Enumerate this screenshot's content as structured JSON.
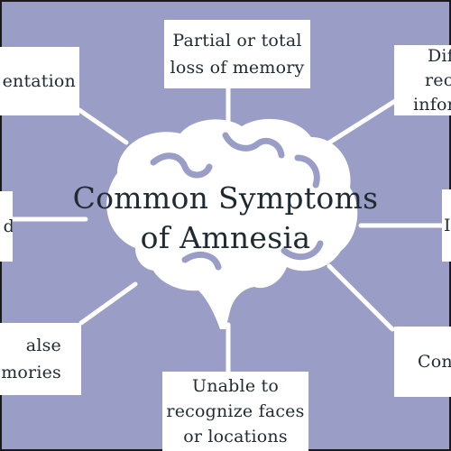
{
  "center": {
    "line1": "Common Symptoms",
    "line2": "of Amnesia"
  },
  "nodes": {
    "top": [
      "Partial or total",
      "loss of memory"
    ],
    "top_left": [
      "entation"
    ],
    "top_right": [
      "Dif",
      "rec",
      "infor"
    ],
    "mid_left": [
      "d"
    ],
    "mid_right": [
      "I"
    ],
    "bottom_left": [
      "alse",
      "mories"
    ],
    "bottom_right": [
      "Con"
    ],
    "bottom": [
      "Unable to",
      "recognize faces",
      "or locations"
    ]
  },
  "colors": {
    "background": "#9a9dc6",
    "border": "#1a1a1a",
    "box": "#ffffff",
    "connector": "#ffffff",
    "brain": "#ffffff",
    "text": "#1f2a33"
  },
  "icons": {
    "center": "brain-icon"
  }
}
